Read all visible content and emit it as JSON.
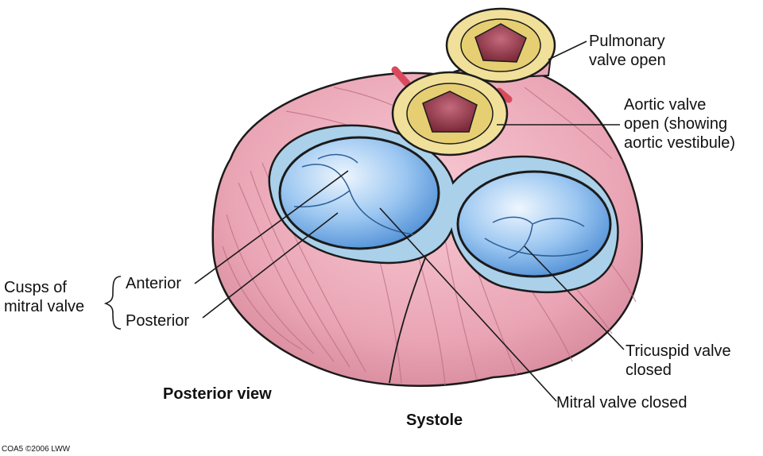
{
  "labels": {
    "pulmonary": [
      "Pulmonary",
      "valve open"
    ],
    "aortic": [
      "Aortic valve",
      "open (showing",
      "aortic vestibule)"
    ],
    "cusps": [
      "Cusps of",
      "mitral valve"
    ],
    "anterior": "Anterior",
    "posterior": "Posterior",
    "tricuspid": [
      "Tricuspid valve",
      "closed"
    ],
    "mitral": "Mitral valve closed",
    "view": "Posterior view",
    "phase": "Systole",
    "credit": "COA5 ©2006 LWW"
  },
  "colors": {
    "heart": "#ecaab8",
    "heart_shadow": "#d98a9c",
    "fibrous_ring": "#a9cfe6",
    "valve_blue": "#7fb6ea",
    "valve_highlight": "#dcecfb",
    "outline": "#1b1b1b",
    "vessel_ring": "#f0e09a",
    "vessel_lumen": "#8f3a4a",
    "coronary": "#d94b5c"
  }
}
